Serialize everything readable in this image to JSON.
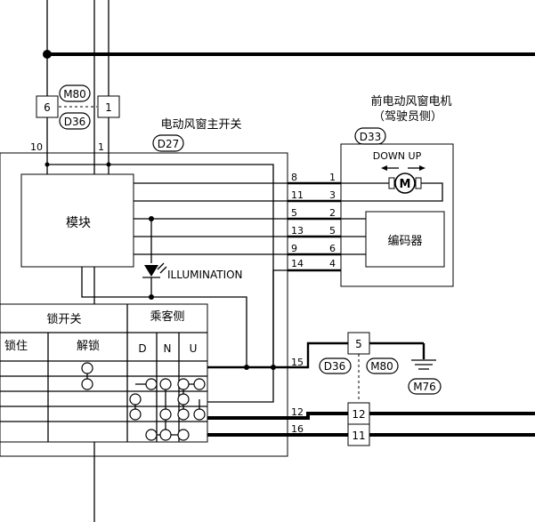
{
  "connectors": {
    "m80_top": "M80",
    "d36_top": "D36",
    "d27": "D27",
    "d33": "D33",
    "d36_bottom": "D36",
    "m80_bottom": "M80",
    "m76": "M76"
  },
  "labels": {
    "main_switch": "电动风窗主开关",
    "motor_title_line1": "前电动风窗电机",
    "motor_title_line2": "（驾驶员侧）",
    "module": "模块",
    "encoder": "编码器",
    "down_up": "DOWN  UP",
    "illumination": "ILLUMINATION",
    "motor_symbol": "M"
  },
  "pins": {
    "left_box_a": "6",
    "left_box_b": "1",
    "wire_10": "10",
    "wire_1": "1",
    "sw_8": "8",
    "sw_11": "11",
    "sw_5": "5",
    "sw_13": "13",
    "sw_9": "9",
    "sw_14": "14",
    "sw_15": "15",
    "sw_12": "12",
    "sw_16": "16",
    "m_1": "1",
    "m_3": "3",
    "m_2": "2",
    "m_5": "5",
    "m_6": "6",
    "m_4": "4",
    "bot_5": "5",
    "bot_12": "12",
    "bot_11": "11"
  },
  "table": {
    "lock_switch": "锁开关",
    "passenger_side": "乘客侧",
    "lock": "锁住",
    "unlock": "解锁",
    "col_d": "D",
    "col_n": "N",
    "col_u": "U"
  }
}
